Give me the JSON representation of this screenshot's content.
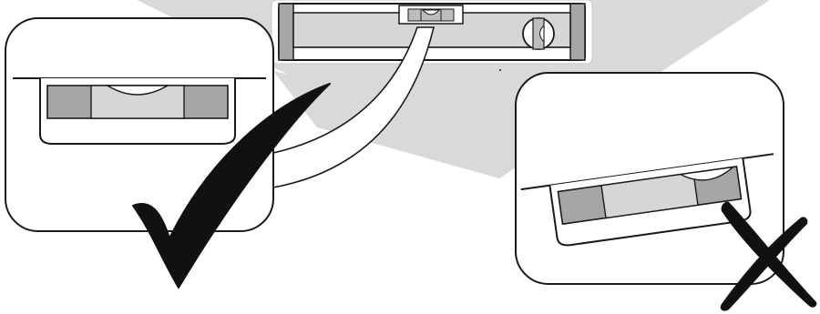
{
  "colors": {
    "background": "#ffffff",
    "backdrop_band": "#d9d9d9",
    "level_body": "#a6a6a6",
    "level_face": "#d6d6d6",
    "outline": "#1a1a1a",
    "mark": "#111111"
  },
  "panels": [
    {
      "id": "level-correct",
      "state": "level",
      "bubble": "centered",
      "mark_icon": "check-icon"
    },
    {
      "id": "level-incorrect",
      "state": "tilted",
      "bubble": "off-center",
      "mark_icon": "cross-icon"
    }
  ],
  "tool": {
    "icon": "spirit-level-icon",
    "vials": [
      "horizontal-vial",
      "vertical-vial"
    ]
  }
}
